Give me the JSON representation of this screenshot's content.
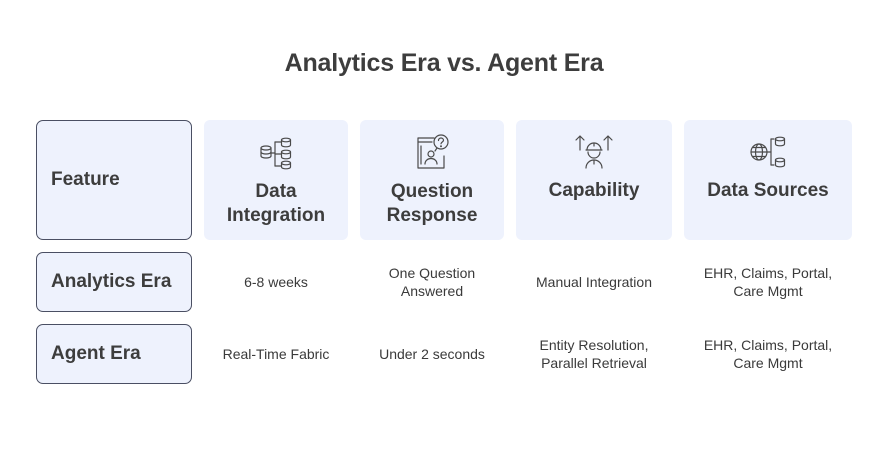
{
  "title": "Analytics Era vs. Agent Era",
  "rows": {
    "header": "Feature",
    "analytics": "Analytics Era",
    "agent": "Agent Era"
  },
  "columns": [
    {
      "label": "Data\nIntegration",
      "icon": "database-flow-icon"
    },
    {
      "label": "Question\nResponse",
      "icon": "document-question-icon"
    },
    {
      "label": "Capability",
      "icon": "worker-arrows-icon"
    },
    {
      "label": "Data Sources",
      "icon": "globe-database-icon"
    }
  ],
  "analytics_cells": [
    "6-8 weeks",
    "One Question\nAnswered",
    "Manual Integration",
    "EHR, Claims, Portal,\nCare Mgmt"
  ],
  "agent_cells": [
    "Real-Time Fabric",
    "Under 2 seconds",
    "Entity Resolution,\nParallel Retrieval",
    "EHR, Claims, Portal,\nCare Mgmt"
  ]
}
